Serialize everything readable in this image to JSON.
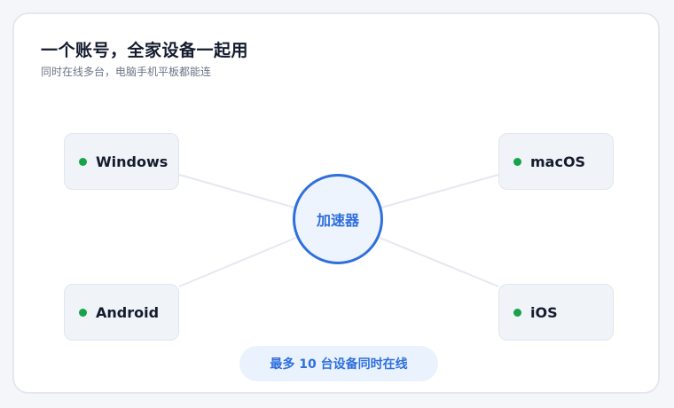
{
  "header": {
    "title": "一个账号，全家设备一起用",
    "subtitle": "同时在线多台，电脑手机平板都能连"
  },
  "hub": {
    "label": "加速器"
  },
  "devices": [
    {
      "label": "Windows",
      "status": "online"
    },
    {
      "label": "macOS",
      "status": "online"
    },
    {
      "label": "Android",
      "status": "online"
    },
    {
      "label": "iOS",
      "status": "online"
    }
  ],
  "footer": {
    "badge": "最多 10 台设备同时在线"
  },
  "colors": {
    "accent": "#2f6fdc",
    "online": "#16a34a",
    "link": "#e6e8f0"
  }
}
